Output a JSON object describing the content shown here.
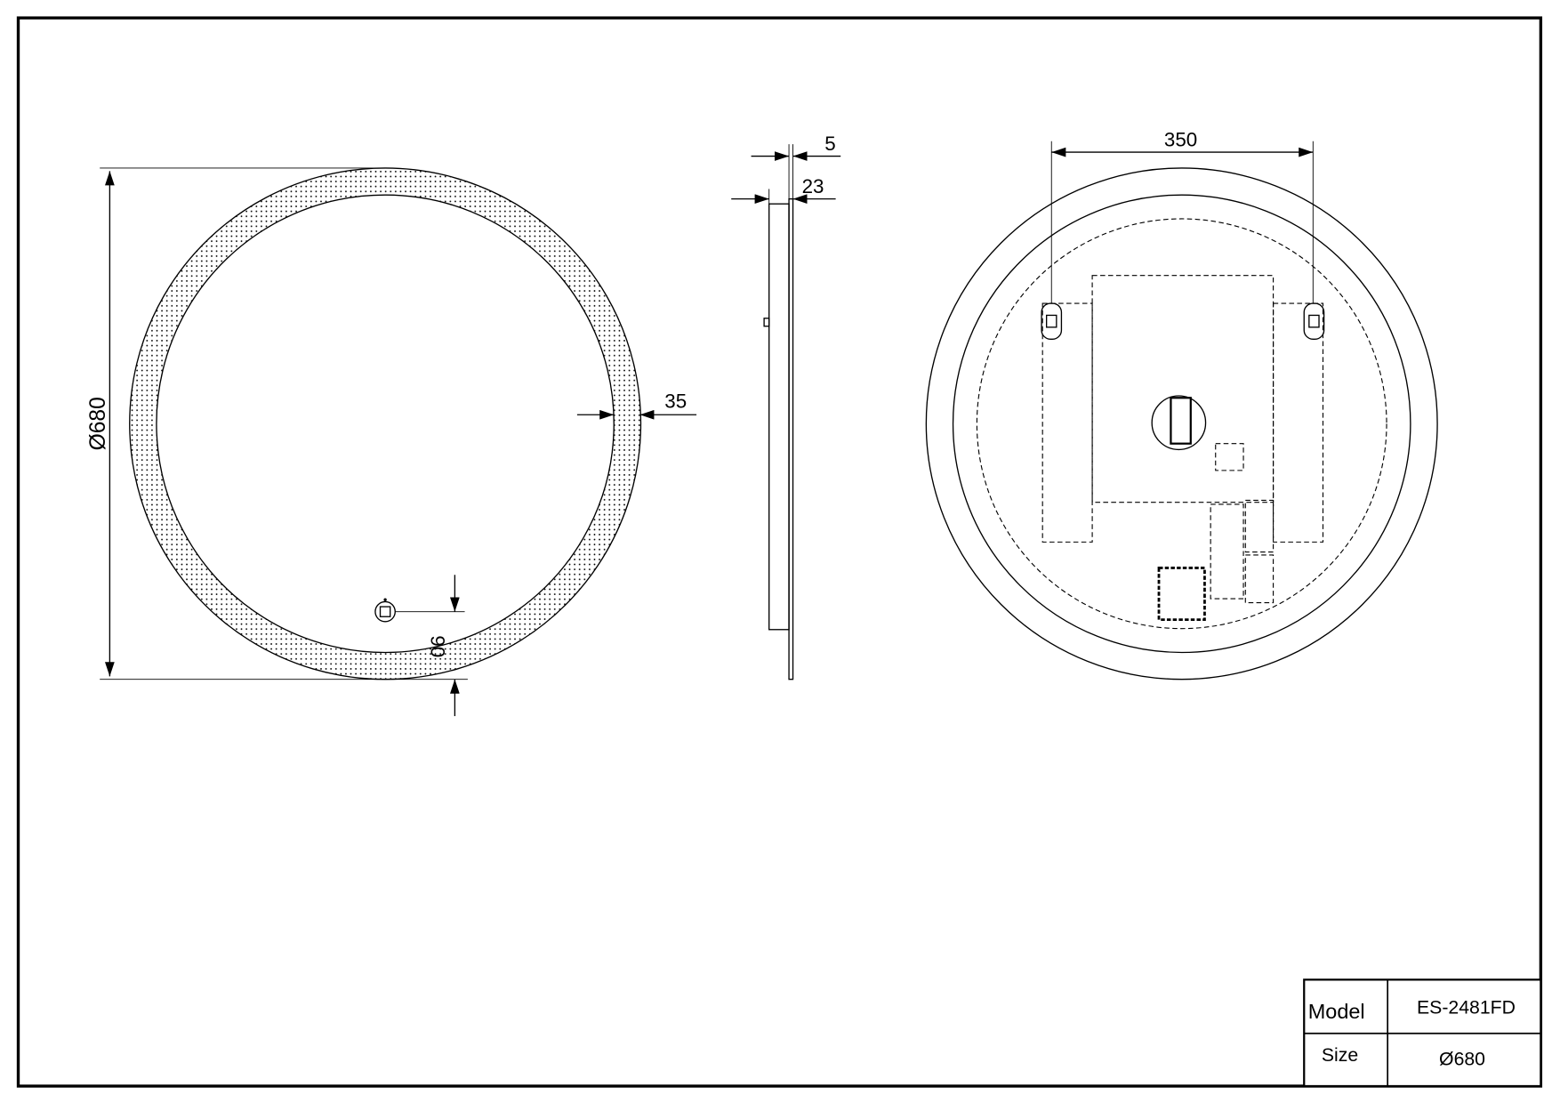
{
  "front_view": {
    "diameter_label": "Ø680",
    "led_band_label": "35",
    "switch_offset_label": "90"
  },
  "side_view": {
    "glass_thickness_label": "5",
    "total_depth_label": "23"
  },
  "back_view": {
    "bracket_spacing_label": "350"
  },
  "title_block": {
    "model_label": "Model",
    "model_value": "ES-2481FD",
    "size_label": "Size",
    "size_value": "Ø680"
  }
}
